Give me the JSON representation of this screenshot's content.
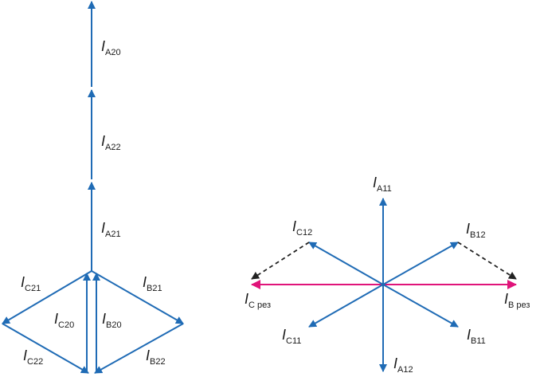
{
  "colors": {
    "vector": "#1f6bb5",
    "dashed": "#222222",
    "resultant": "#e0147a",
    "text": "#1a1a1a"
  },
  "left_diagram": {
    "labels": {
      "a20": {
        "main": "I",
        "sub": "A20"
      },
      "a22": {
        "main": "I",
        "sub": "A22"
      },
      "a21": {
        "main": "I",
        "sub": "A21"
      },
      "c21": {
        "main": "I",
        "sub": "C21"
      },
      "b21": {
        "main": "I",
        "sub": "B21"
      },
      "c20": {
        "main": "I",
        "sub": "C20"
      },
      "b20": {
        "main": "I",
        "sub": "B20"
      },
      "c22": {
        "main": "I",
        "sub": "C22"
      },
      "b22": {
        "main": "I",
        "sub": "B22"
      }
    }
  },
  "right_diagram": {
    "labels": {
      "a11": {
        "main": "I",
        "sub": "A11"
      },
      "c12": {
        "main": "I",
        "sub": "C12"
      },
      "b12": {
        "main": "I",
        "sub": "B12"
      },
      "c_res": {
        "main": "I",
        "sub": "C рез"
      },
      "b_res": {
        "main": "I",
        "sub": "B рез"
      },
      "c11": {
        "main": "I",
        "sub": "C11"
      },
      "b11": {
        "main": "I",
        "sub": "B11"
      },
      "a12": {
        "main": "I",
        "sub": "A12"
      }
    }
  }
}
